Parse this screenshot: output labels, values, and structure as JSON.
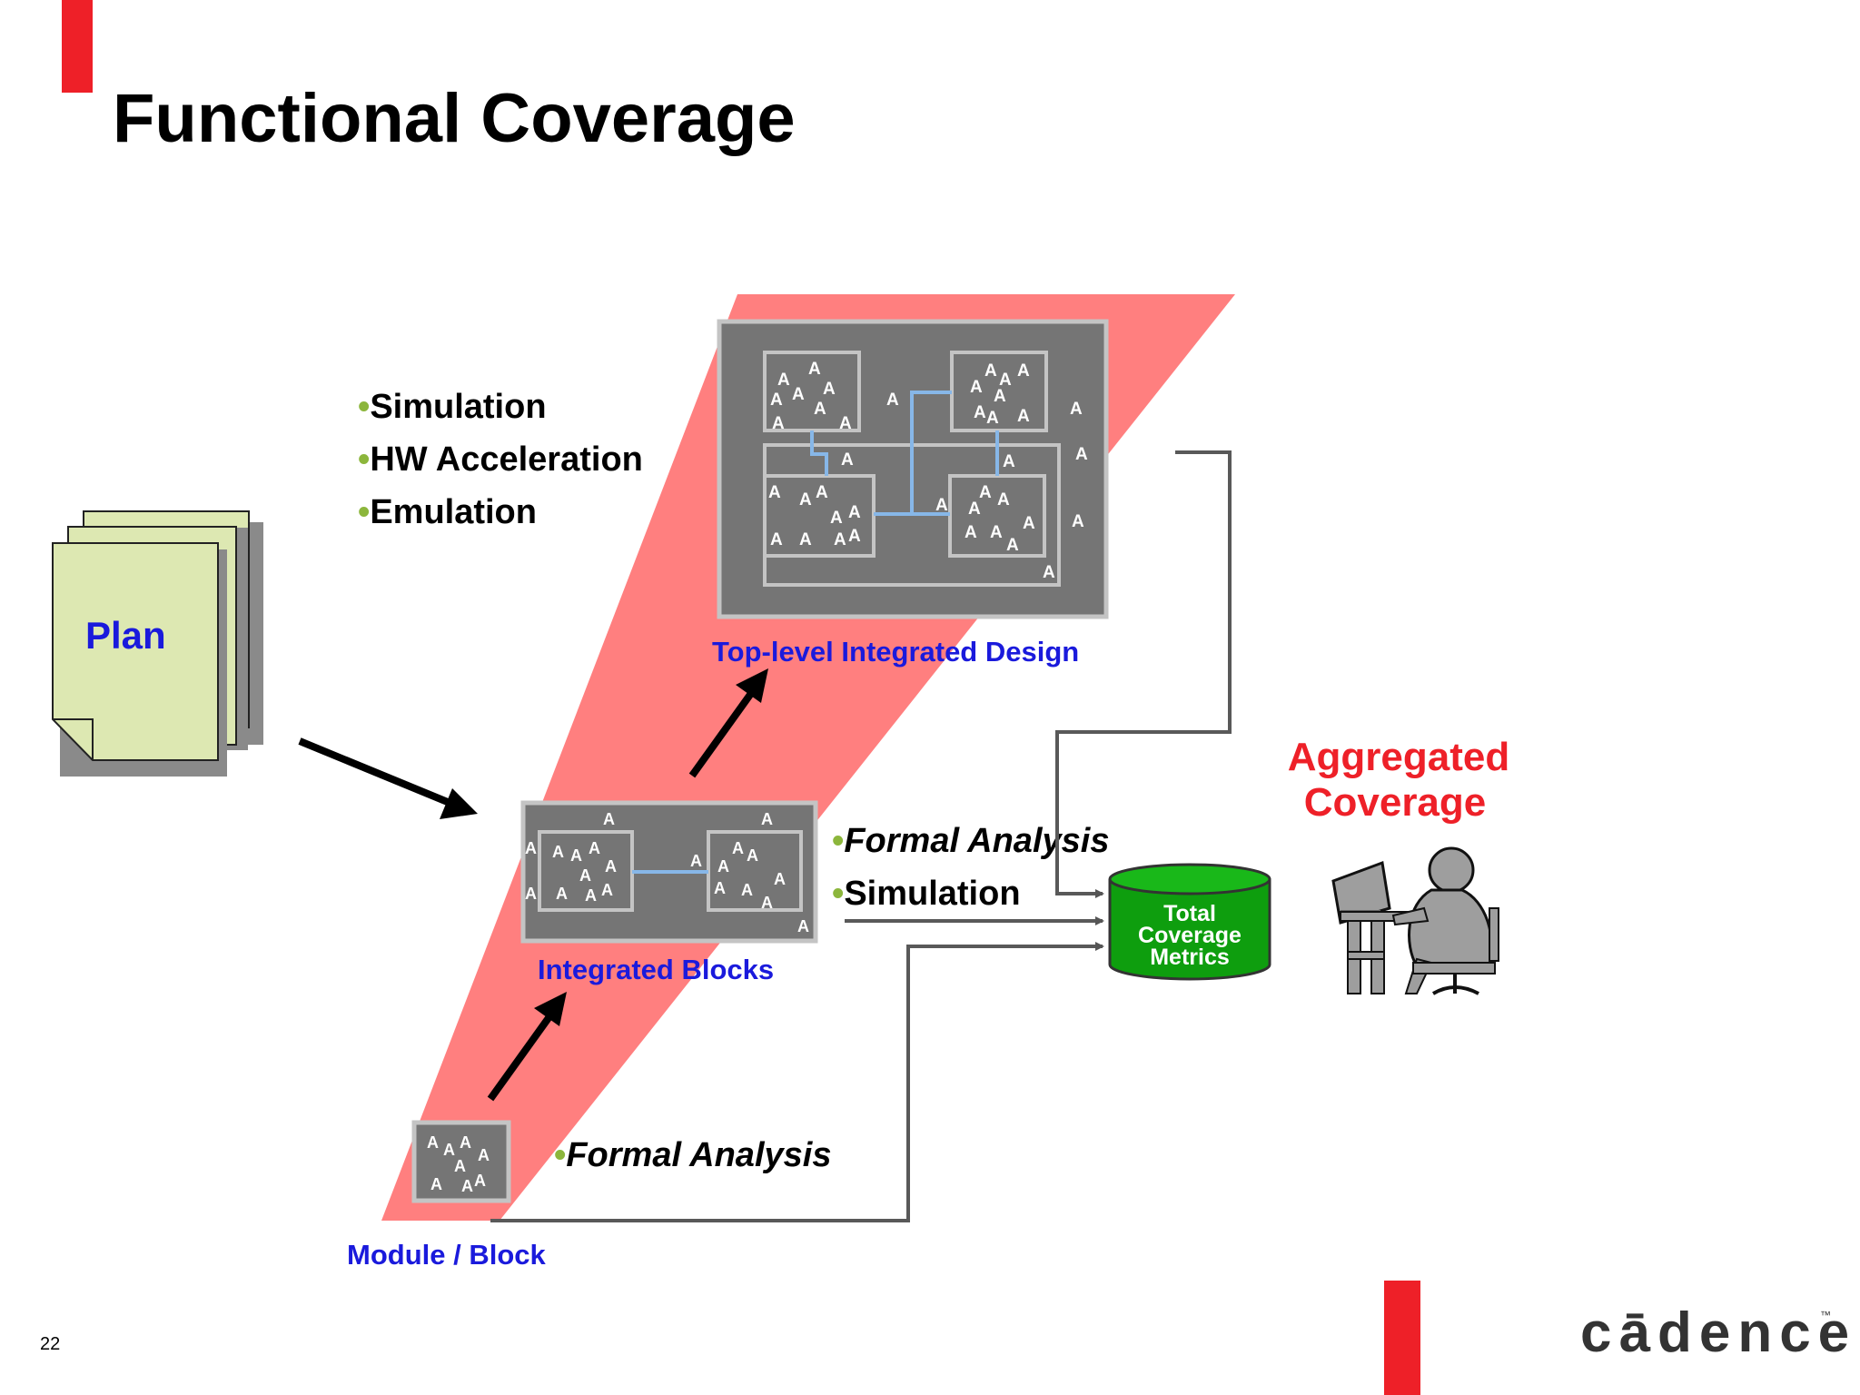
{
  "slide": {
    "title": "Functional Coverage",
    "page_number": "22",
    "logo_text": "cādence",
    "logo_tm": "™"
  },
  "plan": {
    "label": "Plan"
  },
  "methods_top": [
    {
      "bullet": "•",
      "text": "Simulation"
    },
    {
      "bullet": "•",
      "text": "HW Acceleration"
    },
    {
      "bullet": "•",
      "text": "Emulation"
    }
  ],
  "methods_mid": [
    {
      "bullet": "•",
      "text": "Formal Analysis"
    },
    {
      "bullet": "•",
      "text": "Simulation"
    }
  ],
  "methods_low": [
    {
      "bullet": "•",
      "text": "Formal Analysis"
    }
  ],
  "levels": {
    "top": "Top-level Integrated Design",
    "integrated": "Integrated Blocks",
    "module": "Module / Block"
  },
  "database": {
    "line1": "Total",
    "line2": "Coverage",
    "line3": "Metrics"
  },
  "aggregated": {
    "line1": "Aggregated",
    "line2": "Coverage"
  },
  "assertion_glyph": "A",
  "colors": {
    "accent_red": "#ee2028",
    "trapezoid": "#ff7f7f",
    "block_gray": "#757575",
    "block_border": "#c4c4c4",
    "link_blue": "#87b7e8",
    "label_blue": "#1a1adc",
    "bullet_green": "#8cb63c",
    "plan_fill": "#dde8b2",
    "db_green": "#0e9e0e",
    "connector_gray": "#595959",
    "person_gray": "#9e9e9e"
  },
  "icons": [
    "arrow-icon",
    "database-icon",
    "person-at-computer-icon",
    "document-stack-icon"
  ]
}
